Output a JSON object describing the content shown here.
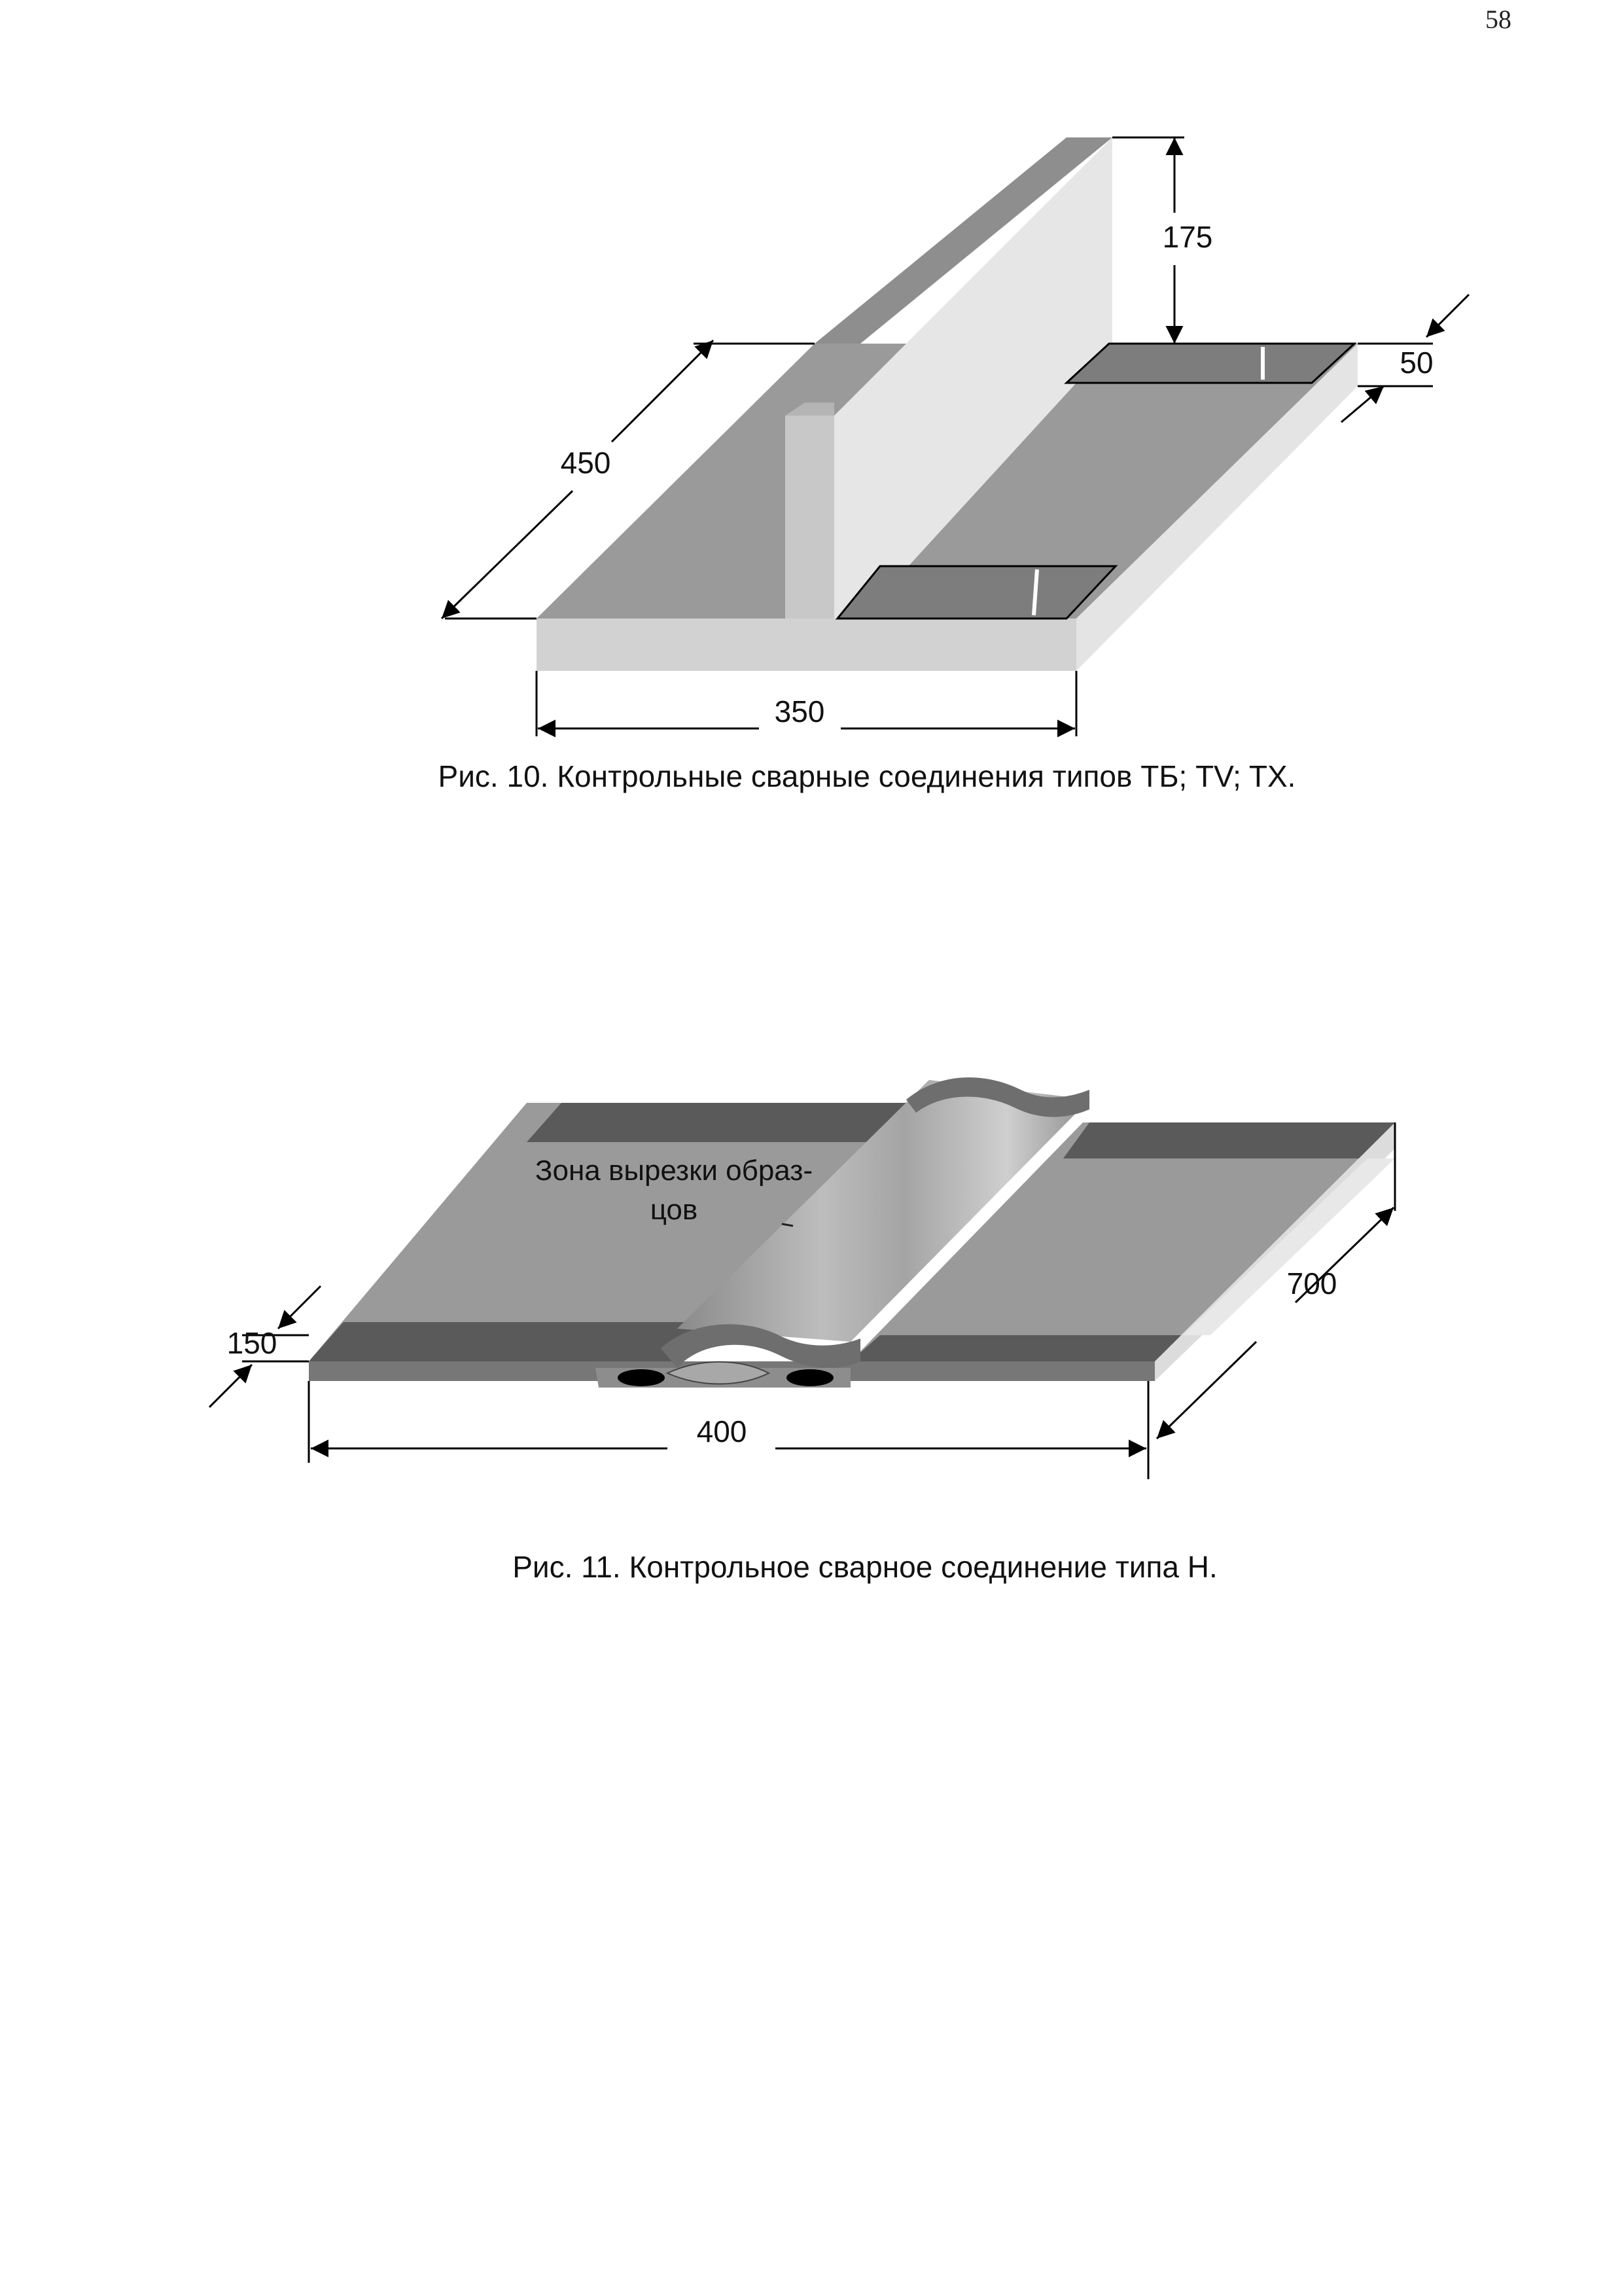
{
  "page": {
    "number": "58"
  },
  "figure_10": {
    "dimensions": {
      "height": "175",
      "slot_width": "50",
      "length": "450",
      "width": "350"
    },
    "caption": "Рис. 10. Контрольные сварные соединения типов  ТБ; TV; TX."
  },
  "figure_11": {
    "zone_label": [
      "Зона вырезки образ-",
      "цов"
    ],
    "dimensions": {
      "strip": "150",
      "length": "700",
      "width": "400"
    },
    "caption": "Рис. 11. Контрольное сварное соединение типа Н."
  }
}
